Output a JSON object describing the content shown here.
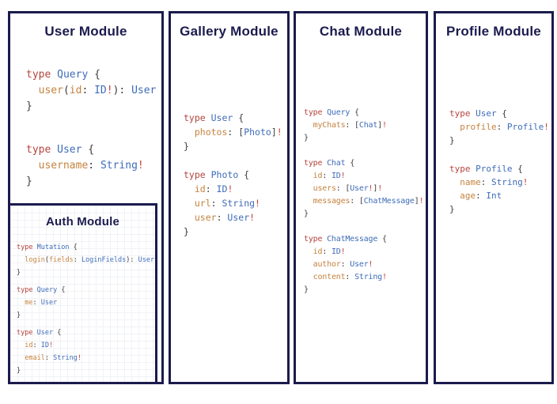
{
  "colors": {
    "navy": "#1b1b4e",
    "keyword_red": "#b4453e",
    "type_blue": "#3e6cb8",
    "field_orange": "#c5823e",
    "punctuation": "#3d3d3d",
    "bang_red": "#c4423a",
    "background": "#ffffff"
  },
  "panels": [
    {
      "id": "user",
      "title": "User Module",
      "blocks": [
        [
          [
            [
              "kw",
              "type "
            ],
            [
              "ty",
              "Query "
            ],
            [
              "pn",
              "{"
            ]
          ],
          [
            [
              "pn",
              "  "
            ],
            [
              "fld",
              "user"
            ],
            [
              "pn",
              "("
            ],
            [
              "fld",
              "id"
            ],
            [
              "pn",
              ": "
            ],
            [
              "ty",
              "ID"
            ],
            [
              "ex",
              "!"
            ],
            [
              "pn",
              "): "
            ],
            [
              "ty",
              "User"
            ]
          ],
          [
            [
              "pn",
              "}"
            ]
          ]
        ],
        [
          [
            [
              "kw",
              "type "
            ],
            [
              "ty",
              "User "
            ],
            [
              "pn",
              "{"
            ]
          ],
          [
            [
              "pn",
              "  "
            ],
            [
              "fld",
              "username"
            ],
            [
              "pn",
              ": "
            ],
            [
              "ty",
              "String"
            ],
            [
              "ex",
              "!"
            ]
          ],
          [
            [
              "pn",
              "}"
            ]
          ]
        ]
      ]
    },
    {
      "id": "gallery",
      "title": "Gallery Module",
      "blocks": [
        [
          [
            [
              "kw",
              "type "
            ],
            [
              "ty",
              "User "
            ],
            [
              "pn",
              "{"
            ]
          ],
          [
            [
              "pn",
              "  "
            ],
            [
              "fld",
              "photos"
            ],
            [
              "pn",
              ": ["
            ],
            [
              "ty",
              "Photo"
            ],
            [
              "pn",
              "]"
            ],
            [
              "ex",
              "!"
            ]
          ],
          [
            [
              "pn",
              "}"
            ]
          ]
        ],
        [
          [
            [
              "kw",
              "type "
            ],
            [
              "ty",
              "Photo "
            ],
            [
              "pn",
              "{"
            ]
          ],
          [
            [
              "pn",
              "  "
            ],
            [
              "fld",
              "id"
            ],
            [
              "pn",
              ": "
            ],
            [
              "ty",
              "ID"
            ],
            [
              "ex",
              "!"
            ]
          ],
          [
            [
              "pn",
              "  "
            ],
            [
              "fld",
              "url"
            ],
            [
              "pn",
              ": "
            ],
            [
              "ty",
              "String"
            ],
            [
              "ex",
              "!"
            ]
          ],
          [
            [
              "pn",
              "  "
            ],
            [
              "fld",
              "user"
            ],
            [
              "pn",
              ": "
            ],
            [
              "ty",
              "User"
            ],
            [
              "ex",
              "!"
            ]
          ],
          [
            [
              "pn",
              "}"
            ]
          ]
        ]
      ]
    },
    {
      "id": "chat",
      "title": "Chat Module",
      "blocks": [
        [
          [
            [
              "kw",
              "type "
            ],
            [
              "ty",
              "Query "
            ],
            [
              "pn",
              "{"
            ]
          ],
          [
            [
              "pn",
              "  "
            ],
            [
              "fld",
              "myChats"
            ],
            [
              "pn",
              ": ["
            ],
            [
              "ty",
              "Chat"
            ],
            [
              "pn",
              "]"
            ],
            [
              "ex",
              "!"
            ]
          ],
          [
            [
              "pn",
              "}"
            ]
          ]
        ],
        [
          [
            [
              "kw",
              "type "
            ],
            [
              "ty",
              "Chat "
            ],
            [
              "pn",
              "{"
            ]
          ],
          [
            [
              "pn",
              "  "
            ],
            [
              "fld",
              "id"
            ],
            [
              "pn",
              ": "
            ],
            [
              "ty",
              "ID"
            ],
            [
              "ex",
              "!"
            ]
          ],
          [
            [
              "pn",
              "  "
            ],
            [
              "fld",
              "users"
            ],
            [
              "pn",
              ": ["
            ],
            [
              "ty",
              "User"
            ],
            [
              "ex",
              "!"
            ],
            [
              "pn",
              "]"
            ],
            [
              "ex",
              "!"
            ]
          ],
          [
            [
              "pn",
              "  "
            ],
            [
              "fld",
              "messages"
            ],
            [
              "pn",
              ": ["
            ],
            [
              "ty",
              "ChatMessage"
            ],
            [
              "pn",
              "]"
            ],
            [
              "ex",
              "!"
            ]
          ],
          [
            [
              "pn",
              "}"
            ]
          ]
        ],
        [
          [
            [
              "kw",
              "type "
            ],
            [
              "ty",
              "ChatMessage "
            ],
            [
              "pn",
              "{"
            ]
          ],
          [
            [
              "pn",
              "  "
            ],
            [
              "fld",
              "id"
            ],
            [
              "pn",
              ": "
            ],
            [
              "ty",
              "ID"
            ],
            [
              "ex",
              "!"
            ]
          ],
          [
            [
              "pn",
              "  "
            ],
            [
              "fld",
              "author"
            ],
            [
              "pn",
              ": "
            ],
            [
              "ty",
              "User"
            ],
            [
              "ex",
              "!"
            ]
          ],
          [
            [
              "pn",
              "  "
            ],
            [
              "fld",
              "content"
            ],
            [
              "pn",
              ": "
            ],
            [
              "ty",
              "String"
            ],
            [
              "ex",
              "!"
            ]
          ],
          [
            [
              "pn",
              "}"
            ]
          ]
        ]
      ]
    },
    {
      "id": "profile",
      "title": "Profile Module",
      "blocks": [
        [
          [
            [
              "kw",
              "type "
            ],
            [
              "ty",
              "User "
            ],
            [
              "pn",
              "{"
            ]
          ],
          [
            [
              "pn",
              "  "
            ],
            [
              "fld",
              "profile"
            ],
            [
              "pn",
              ": "
            ],
            [
              "ty",
              "Profile"
            ],
            [
              "ex",
              "!"
            ]
          ],
          [
            [
              "pn",
              "}"
            ]
          ]
        ],
        [
          [
            [
              "kw",
              "type "
            ],
            [
              "ty",
              "Profile "
            ],
            [
              "pn",
              "{"
            ]
          ],
          [
            [
              "pn",
              "  "
            ],
            [
              "fld",
              "name"
            ],
            [
              "pn",
              ": "
            ],
            [
              "ty",
              "String"
            ],
            [
              "ex",
              "!"
            ]
          ],
          [
            [
              "pn",
              "  "
            ],
            [
              "fld",
              "age"
            ],
            [
              "pn",
              ": "
            ],
            [
              "ty",
              "Int"
            ]
          ],
          [
            [
              "pn",
              "}"
            ]
          ]
        ]
      ]
    }
  ],
  "auth_panel": {
    "id": "auth",
    "title": "Auth Module",
    "blocks": [
      [
        [
          [
            "kw",
            "type "
          ],
          [
            "ty",
            "Mutation "
          ],
          [
            "pn",
            "{"
          ]
        ],
        [
          [
            "pn",
            "  "
          ],
          [
            "fld",
            "login"
          ],
          [
            "pn",
            "("
          ],
          [
            "fld",
            "fields"
          ],
          [
            "pn",
            ": "
          ],
          [
            "ty",
            "LoginFields"
          ],
          [
            "pn",
            "): "
          ],
          [
            "ty",
            "User"
          ]
        ],
        [
          [
            "pn",
            "}"
          ]
        ]
      ],
      [
        [
          [
            "kw",
            "type "
          ],
          [
            "ty",
            "Query "
          ],
          [
            "pn",
            "{"
          ]
        ],
        [
          [
            "pn",
            "  "
          ],
          [
            "fld",
            "me"
          ],
          [
            "pn",
            ": "
          ],
          [
            "ty",
            "User"
          ]
        ],
        [
          [
            "pn",
            "}"
          ]
        ]
      ],
      [
        [
          [
            "kw",
            "type "
          ],
          [
            "ty",
            "User "
          ],
          [
            "pn",
            "{"
          ]
        ],
        [
          [
            "pn",
            "  "
          ],
          [
            "fld",
            "id"
          ],
          [
            "pn",
            ": "
          ],
          [
            "ty",
            "ID"
          ],
          [
            "ex",
            "!"
          ]
        ],
        [
          [
            "pn",
            "  "
          ],
          [
            "fld",
            "email"
          ],
          [
            "pn",
            ": "
          ],
          [
            "ty",
            "String"
          ],
          [
            "ex",
            "!"
          ]
        ],
        [
          [
            "pn",
            "}"
          ]
        ]
      ]
    ]
  }
}
